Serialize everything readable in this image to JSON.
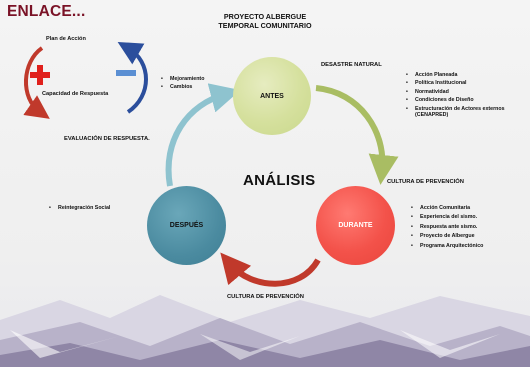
{
  "title": "ENLACE...",
  "proyecto": [
    "PROYECTO ALBERGUE",
    "TEMPORAL COMUNITARIO"
  ],
  "left_cycle": {
    "top_label": "Plan de Acción",
    "bottom_label": "Capacidad  de Respuesta"
  },
  "mejoramiento_items": [
    "Mejoramiento",
    "Cambios"
  ],
  "evaluacion_label": "EVALUACIÓN DE RESPUESTA.",
  "desastre_label": "DESASTRE NATURAL",
  "antes_items": [
    "Acción Planeada",
    "Política Institucional",
    "Normatividad",
    "Condiciones de Diseño",
    "Estructuración de Actores externos (CENAPRED)"
  ],
  "cultura_label_right": "CULTURA DE PREVENCIÓN",
  "durante_items": [
    "Acción Comunitaria",
    "Experiencia del sismo.",
    "Respuesta ante sismo.",
    "Proyecto de Albergue",
    "Programa Arquitectónico"
  ],
  "cultura_label_bottom": "CULTURA DE PREVENCIÓN",
  "despues_items": [
    "Reintegración Social"
  ],
  "analisis": "ANÁLISIS",
  "circles": {
    "antes": "ANTES",
    "durante": "DURANTE",
    "despues": "DESPUÉS"
  },
  "colors": {
    "antes_circle": "#d5e09d",
    "durante_circle": "#f3524a",
    "despues_circle": "#4b8ba0",
    "arrow_green": "#a9bd63",
    "arrow_red": "#c0392b",
    "arrow_teal": "#8ec3cf",
    "title": "#7a1226"
  },
  "icons": [
    "plus-icon",
    "minus-icon",
    "curved-arrow-icon"
  ]
}
